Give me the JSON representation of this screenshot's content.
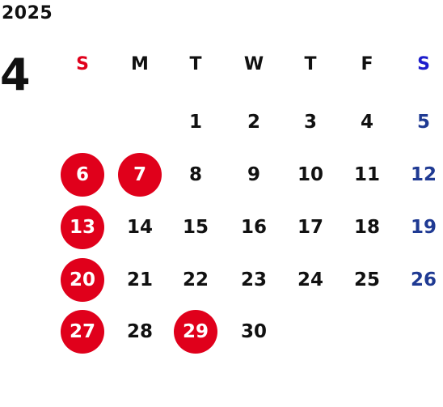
{
  "calendar": {
    "year": "2025",
    "month": "4",
    "weekdays": [
      "S",
      "M",
      "T",
      "W",
      "T",
      "F",
      "S"
    ],
    "weekday_colors": [
      "#e0001b",
      "#111111",
      "#111111",
      "#111111",
      "#111111",
      "#111111",
      "#1d1dcc"
    ],
    "weeks": [
      [
        "",
        "",
        "1",
        "2",
        "3",
        "4",
        "5"
      ],
      [
        "6",
        "7",
        "8",
        "9",
        "10",
        "11",
        "12"
      ],
      [
        "13",
        "14",
        "15",
        "16",
        "17",
        "18",
        "19"
      ],
      [
        "20",
        "21",
        "22",
        "23",
        "24",
        "25",
        "26"
      ],
      [
        "27",
        "28",
        "29",
        "30",
        "",
        "",
        ""
      ]
    ],
    "holidays": [
      "6",
      "7",
      "13",
      "20",
      "27",
      "29"
    ],
    "colors": {
      "holiday_circle": "#e0001b",
      "holiday_text": "#ffffff",
      "saturday_text": "#1f3a93",
      "weekday_text": "#111111"
    }
  }
}
